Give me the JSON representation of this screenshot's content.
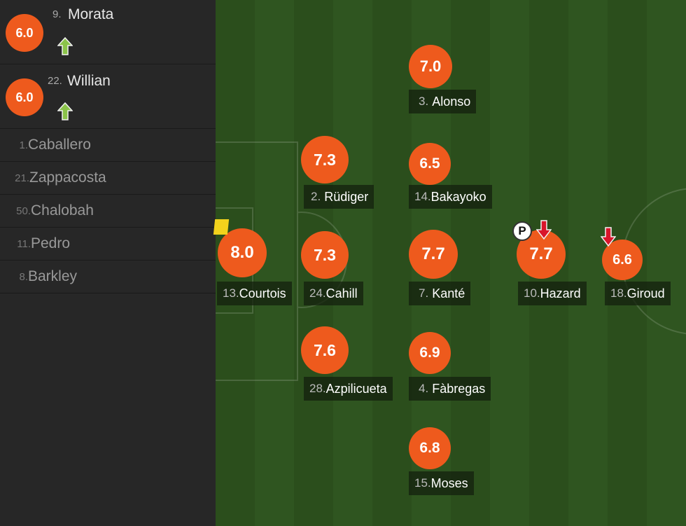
{
  "sidebar": {
    "subs_in": [
      {
        "number": "9.",
        "name": "Morata",
        "rating": "6.0"
      },
      {
        "number": "22.",
        "name": "Willian",
        "rating": "6.0"
      }
    ],
    "bench": [
      {
        "number": "1.",
        "name": "Caballero"
      },
      {
        "number": "21.",
        "name": "Zappacosta"
      },
      {
        "number": "50.",
        "name": "Chalobah"
      },
      {
        "number": "11.",
        "name": "Pedro"
      },
      {
        "number": "8.",
        "name": "Barkley"
      }
    ]
  },
  "pitch": {
    "players": [
      {
        "number": "13.",
        "name": "Courtois",
        "rating": "8.0"
      },
      {
        "number": "2.",
        "name": "Rüdiger",
        "rating": "7.3"
      },
      {
        "number": "24.",
        "name": "Cahill",
        "rating": "7.3"
      },
      {
        "number": "28.",
        "name": "Azpilicueta",
        "rating": "7.6"
      },
      {
        "number": "3.",
        "name": "Alonso",
        "rating": "7.0"
      },
      {
        "number": "14.",
        "name": "Bakayoko",
        "rating": "6.5"
      },
      {
        "number": "7.",
        "name": "Kanté",
        "rating": "7.7"
      },
      {
        "number": "4.",
        "name": "Fàbregas",
        "rating": "6.9"
      },
      {
        "number": "15.",
        "name": "Moses",
        "rating": "6.8"
      },
      {
        "number": "10.",
        "name": "Hazard",
        "rating": "7.7"
      },
      {
        "number": "18.",
        "name": "Giroud",
        "rating": "6.6"
      }
    ],
    "penalty_icon_glyph": "P"
  },
  "colors": {
    "rating_circle": "#ee5a1d",
    "sub_in_arrow": "#8bc34a",
    "sub_out_arrow": "#d9152b",
    "yellow_card": "#f2d21c"
  },
  "icons": {
    "sub_in": "arrow-up-icon",
    "sub_out": "arrow-down-icon",
    "card": "yellow-card-icon",
    "penalty": "penalty-icon"
  }
}
